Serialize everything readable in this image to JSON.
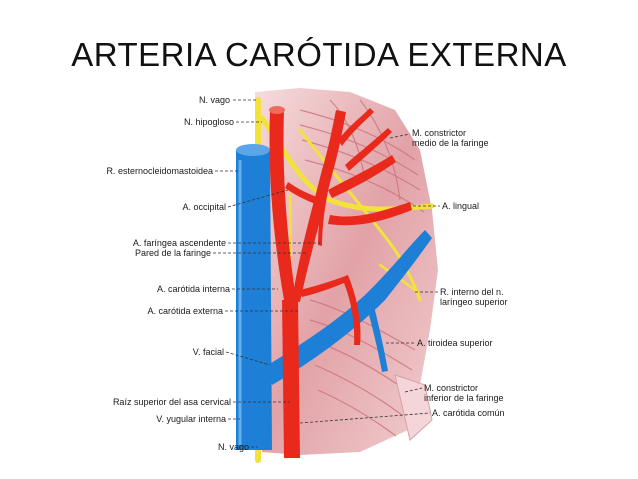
{
  "slide": {
    "title": "ARTERIA CARÓTIDA EXTERNA"
  },
  "labels": {
    "left": {
      "vago_top": "N. vago",
      "hipogloso": "N. hipogloso",
      "esternocleidomastoidea": "R. esternocleidomastoidea",
      "occipital": "A. occipital",
      "faringea_ascendente": "A. faríngea ascendente",
      "pared_faringe": "Pared de la faringe",
      "carotida_interna": "A. carótida interna",
      "carotida_externa": "A. carótida externa",
      "facial": "V. facial",
      "raiz_asa_cervical": "Raíz superior del asa cervical",
      "yugular_interna": "V. yugular interna",
      "vago_bottom": "N. vago"
    },
    "right": {
      "constrictor_medio_1": "M. constrictor",
      "constrictor_medio_2": "medio de la faringe",
      "lingual": "A. lingual",
      "laringeo_1": "R. interno del n.",
      "laringeo_2": "laríngeo superior",
      "tiroidea_superior": "A. tiroidea superior",
      "constrictor_inferior_1": "M. constrictor",
      "constrictor_inferior_2": "inferior de la faringe",
      "carotida_comun": "A. carótida común"
    }
  },
  "colors": {
    "artery": "#e8291c",
    "vein": "#1e7fd6",
    "nerve": "#f2e23a",
    "muscle": "#d98a8f",
    "muscle_light": "#f3d3d5"
  }
}
